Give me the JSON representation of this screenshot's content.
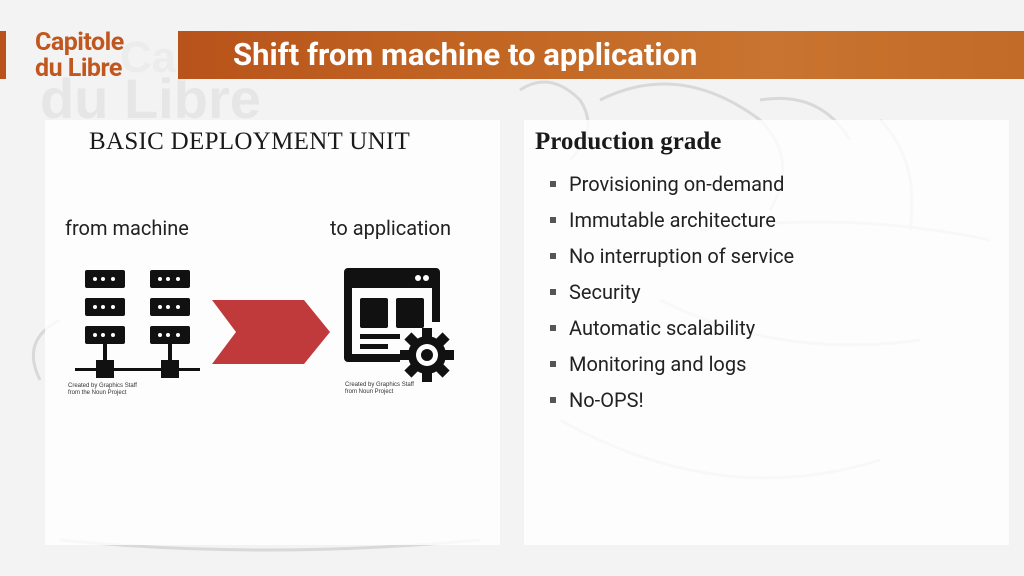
{
  "logo": {
    "line1": "Capitole",
    "line2": "du Libre"
  },
  "header": {
    "title": "Shift from machine to application"
  },
  "left": {
    "title": "BASIC DEPLOYMENT UNIT",
    "from_label": "from machine",
    "to_label": "to application",
    "credit_left": [
      "Created by Graphics Staff",
      "from the Noun Project"
    ],
    "credit_right": [
      "Created by Graphics Staff",
      "from Noun Project"
    ]
  },
  "right": {
    "title": "Production grade",
    "bullets": [
      "Provisioning on-demand",
      "Immutable architecture",
      "No interruption of service",
      "Security",
      "Automatic scalability",
      "Monitoring and logs",
      "No-OPS!"
    ]
  },
  "colors": {
    "brand": "#c0571e",
    "header_band": "#c26523",
    "arrow": "#c0393b",
    "icon": "#111111"
  },
  "icons": [
    "server-rack-icon",
    "arrow-right-icon",
    "application-window-icon",
    "gear-icon"
  ]
}
